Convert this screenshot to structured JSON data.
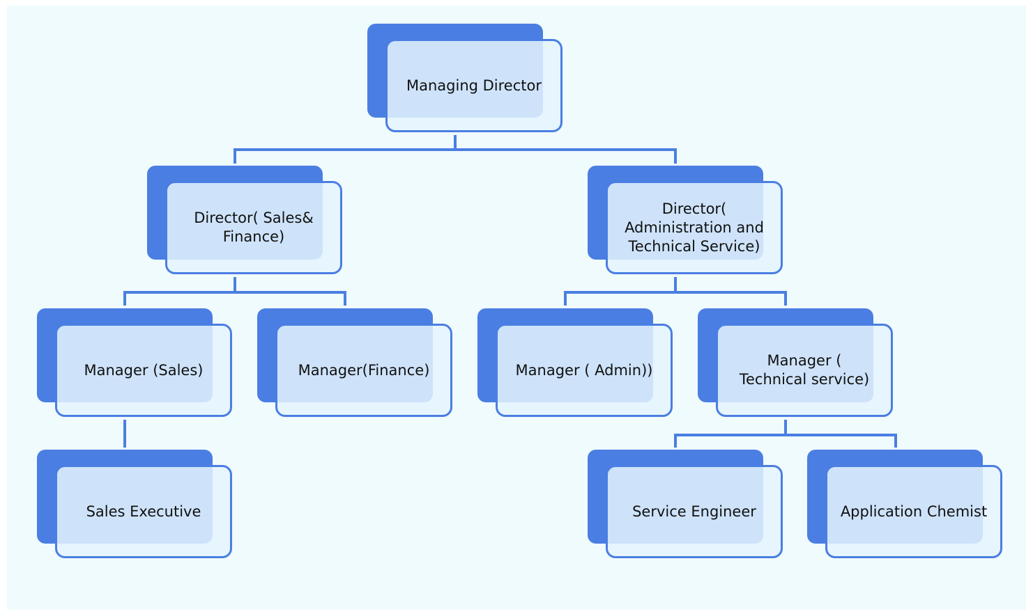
{
  "diagram": {
    "nodes": {
      "managing_director": "Managing Director",
      "director_sales_finance": "Director( Sales&\nFinance)",
      "director_admin_technical": "Director(\nAdministration and\nTechnical Service)",
      "manager_sales": "Manager (Sales)",
      "manager_finance": "Manager(Finance)",
      "manager_admin": "Manager ( Admin))",
      "manager_technical": "Manager (\nTechnical service)",
      "sales_executive": "Sales Executive",
      "service_engineer": "Service Engineer",
      "application_chemist": "Application Chemist"
    },
    "edges": [
      {
        "from": "Managing Director",
        "to": "Director( Sales& Finance)"
      },
      {
        "from": "Managing Director",
        "to": "Director( Administration and Technical Service)"
      },
      {
        "from": "Director( Sales& Finance)",
        "to": "Manager (Sales)"
      },
      {
        "from": "Director( Sales& Finance)",
        "to": "Manager(Finance)"
      },
      {
        "from": "Director( Administration and Technical Service)",
        "to": "Manager ( Admin))"
      },
      {
        "from": "Director( Administration and Technical Service)",
        "to": "Manager ( Technical service)"
      },
      {
        "from": "Manager (Sales)",
        "to": "Sales Executive"
      },
      {
        "from": "Manager ( Technical service)",
        "to": "Service Engineer"
      },
      {
        "from": "Manager ( Technical service)",
        "to": "Application Chemist"
      }
    ],
    "colors": {
      "accent": "#4a7ee2",
      "node_fill": "#e4f3fe",
      "background": "#f0fbfd",
      "text": "#111111"
    }
  }
}
